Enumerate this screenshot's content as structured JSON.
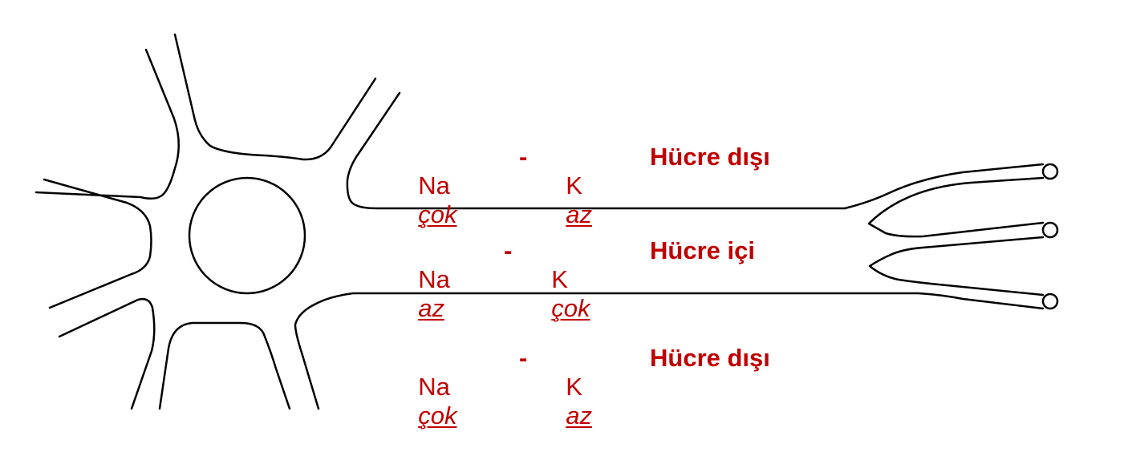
{
  "accent_color": "#c00000",
  "line_color": "#000000",
  "rows": [
    {
      "ion1": "Na",
      "amount1": "çok",
      "separator": "-",
      "ion2": "K",
      "amount2": "az",
      "region": "Hücre dışı"
    },
    {
      "ion1": "Na",
      "amount1": "az",
      "separator": "-",
      "ion2": "K",
      "amount2": "çok",
      "region": "Hücre içi"
    },
    {
      "ion1": "Na",
      "amount1": "çok",
      "separator": "-",
      "ion2": "K",
      "amount2": "az",
      "region": "Hücre dışı"
    }
  ]
}
